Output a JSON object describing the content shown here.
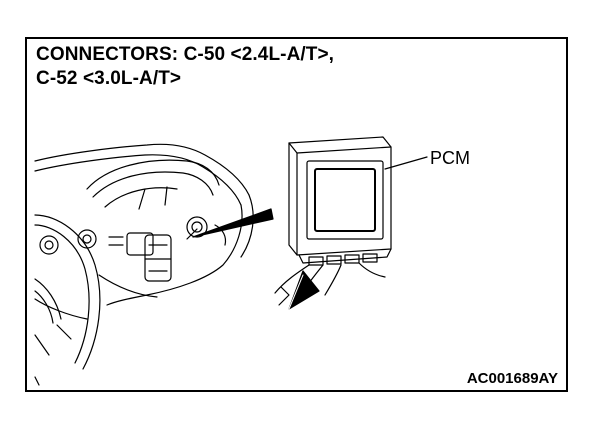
{
  "diagram": {
    "title_line1": "CONNECTORS: C-50 <2.4L-A/T>,",
    "title_line2": "C-52 <3.0L-A/T>",
    "pcm_label": "PCM",
    "figure_code": "AC001689AY"
  }
}
